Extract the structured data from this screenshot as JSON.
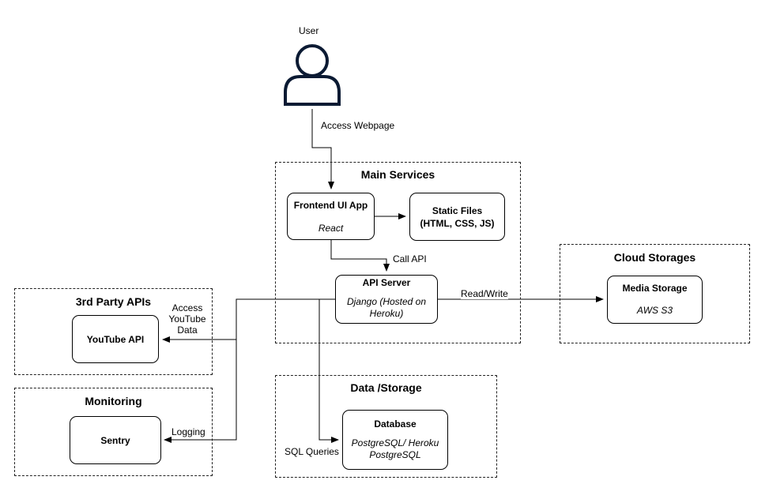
{
  "user": {
    "label": "User"
  },
  "groups": {
    "main_services": "Main Services",
    "cloud_storages": "Cloud Storages",
    "third_party_apis": "3rd Party APIs",
    "monitoring": "Monitoring",
    "data_storage": "Data /Storage"
  },
  "nodes": {
    "frontend": {
      "title": "Frontend UI App",
      "subtitle": "React"
    },
    "static_files": {
      "title": "Static Files",
      "subtitle": "(HTML, CSS, JS)"
    },
    "api_server": {
      "title": "API Server",
      "subtitle": "Django (Hosted on Heroku)"
    },
    "media_storage": {
      "title": "Media Storage",
      "subtitle": "AWS S3"
    },
    "youtube_api": {
      "title": "YouTube API"
    },
    "sentry": {
      "title": "Sentry"
    },
    "database": {
      "title": "Database",
      "subtitle": "PostgreSQL/ Heroku PostgreSQL"
    }
  },
  "edges": {
    "access_webpage": "Access Webpage",
    "call_api": "Call API",
    "read_write": "Read/Write",
    "access_youtube": "Access YouTube Data",
    "logging": "Logging",
    "sql_queries": "SQL Queries"
  }
}
